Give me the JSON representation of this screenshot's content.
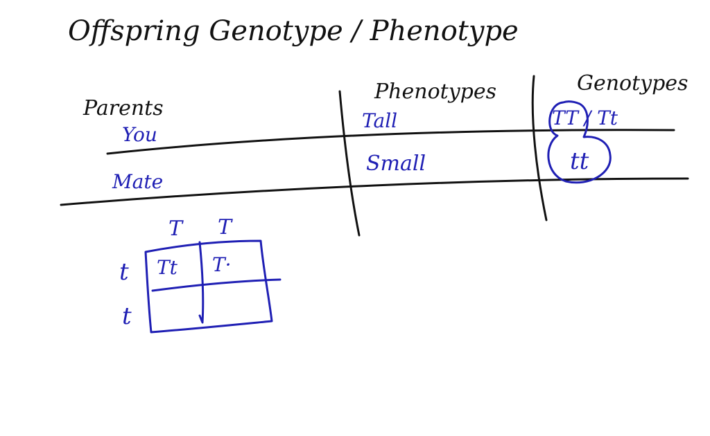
{
  "title": "Offspring Genotype / Phenotype",
  "headers": {
    "parents": "Parents",
    "phenotypes": "Phenotypes",
    "genotypes": "Genotypes"
  },
  "rows": [
    {
      "parent": "You",
      "phenotype": "Tall",
      "genotype": "TT / Tt"
    },
    {
      "parent": "Mate",
      "phenotype": "Small",
      "genotype": "tt"
    }
  ],
  "punnett": {
    "top_alleles": [
      "T",
      "T"
    ],
    "side_alleles": [
      "t",
      "t"
    ],
    "cells": [
      "Tt",
      "T·",
      "",
      ""
    ]
  },
  "colors": {
    "black_ink": "#111111",
    "blue_ink": "#1f1fb4"
  }
}
